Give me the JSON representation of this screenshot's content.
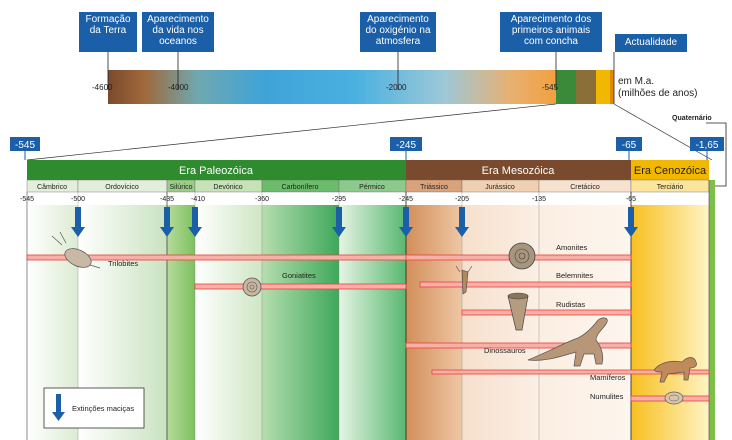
{
  "top_timeline": {
    "callouts": {
      "formacao": "Formação da Terra",
      "vida": "Aparecimento da vida nos oceanos",
      "oxigenio": "Aparecimento do oxigénio na atmosfera",
      "animais": "Aparecimento dos primeiros animais com concha",
      "actualidade": "Actualidade"
    },
    "ticks": {
      "t4600": "-4600",
      "t4000": "-4000",
      "t2000": "-2000",
      "t545": "-545"
    },
    "unit_line1": "em M.a.",
    "unit_line2": "(milhões de anos)"
  },
  "detail": {
    "boxes": {
      "b545": "-545",
      "b245": "-245",
      "b65": "-65",
      "b165": "-1,65"
    },
    "quaternario": "Quaternário",
    "eras": {
      "paleo": "Era Paleozóica",
      "meso": "Era Mesozóica",
      "ceno": "Era Cenozóica"
    },
    "periods": {
      "cambrico": "Câmbrico",
      "ordovicico": "Ordovícico",
      "silurico": "Silúrico",
      "devonico": "Devónico",
      "carbonifero": "Carbonífero",
      "permico": "Pérmico",
      "triassico": "Triássico",
      "jurassico": "Jurássico",
      "cretacico": "Cretácico",
      "terciario": "Terciário"
    },
    "ticks": {
      "a545": "-545",
      "a500": "-500",
      "a435": "-435",
      "a410": "-410",
      "a360": "-360",
      "a295": "-295",
      "a245": "-245",
      "a205": "-205",
      "a135": "-135",
      "a65": "-65"
    },
    "groups": {
      "trilobites": "Trilobites",
      "goniatites": "Goniatites",
      "amonites": "Amonites",
      "belemnites": "Belemnites",
      "rudistas": "Rudistas",
      "dinossauros": "Dinossauros",
      "mamiferos": "Mamíferos",
      "numulites": "Numulites"
    },
    "legend": "Extinções maciças"
  },
  "colors": {
    "blue": "#1a5fa8",
    "paleo": "#2e8b2e",
    "meso": "#7a4a2e",
    "ceno": "#f2b800",
    "red": "#e8403a"
  }
}
